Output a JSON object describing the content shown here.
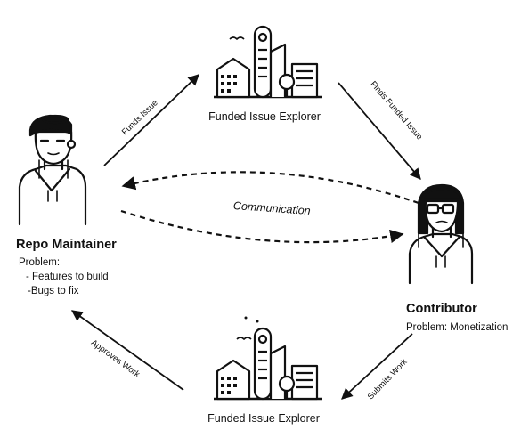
{
  "top_node": {
    "label": "Funded Issue Explorer"
  },
  "bottom_node": {
    "label": "Funded Issue Explorer"
  },
  "maintainer": {
    "title": "Repo Maintainer",
    "problem_heading": "Problem:",
    "problems": [
      "- Features to build",
      "-Bugs to fix"
    ]
  },
  "contributor": {
    "title": "Contributor",
    "problem": "Problem: Monetization"
  },
  "edges": {
    "funds_issue": "Funds Issue",
    "finds_funded_issue": "Finds Funded  Issue",
    "communication": "Communication",
    "submits_work": "Submits Work",
    "approves_work": "Approves Work"
  },
  "colors": {
    "ink": "#111111",
    "background": "#ffffff"
  }
}
